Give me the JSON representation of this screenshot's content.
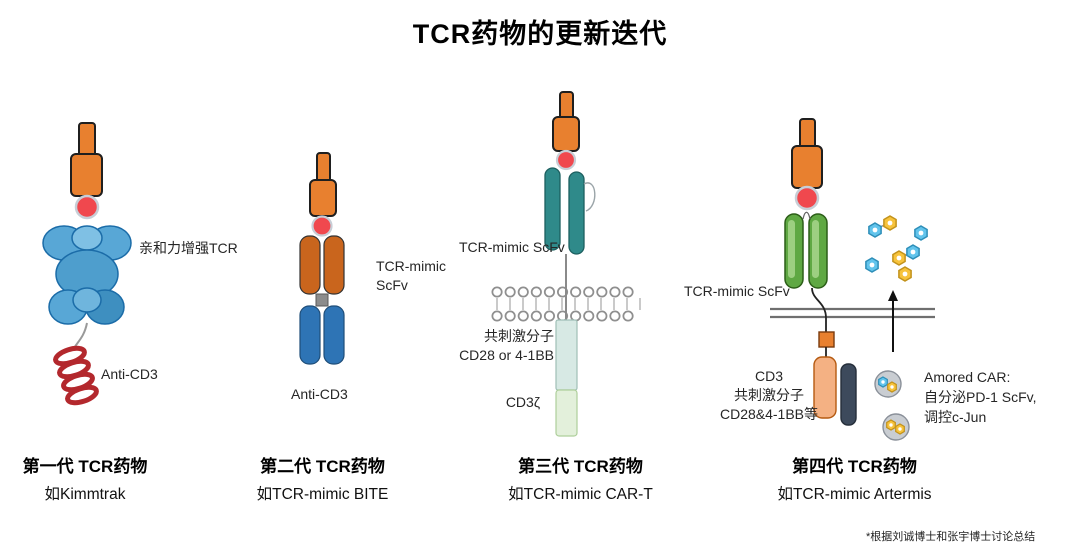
{
  "title": "TCR药物的更新迭代",
  "footnote": "*根据刘诚博士和张宇博士讨论总结",
  "panel1": {
    "affinity_label": "亲和力增强TCR",
    "anti_cd3": "Anti-CD3",
    "caption_title": "第一代 TCR药物",
    "caption_sub": "如Kimmtrak"
  },
  "panel2": {
    "scfv_line1": "TCR-mimic",
    "scfv_line2": "ScFv",
    "anti_cd3": "Anti-CD3",
    "caption_title": "第二代 TCR药物",
    "caption_sub": "如TCR-mimic BITE"
  },
  "panel3": {
    "scfv_label": "TCR-mimic ScFv",
    "costim_line1": "共刺激分子",
    "costim_line2": "CD28 or 4-1BB",
    "cd3zeta": "CD3ζ",
    "caption_title": "第三代 TCR药物",
    "caption_sub": "如TCR-mimic CAR-T"
  },
  "panel4": {
    "scfv_label": "TCR-mimic ScFv",
    "cd3": "CD3",
    "costim_line1": "共刺激分子",
    "costim_line2": "CD28&4-1BB等",
    "amored_line1": "Amored CAR:",
    "amored_line2": "自分泌PD-1 ScFv,",
    "amored_line3": "调控c-Jun",
    "caption_title": "第四代 TCR药物",
    "caption_sub": "如TCR-mimic Artermis"
  },
  "colors": {
    "antigen_orange": "#E8802F",
    "antigen_ball_red": "#F0484E",
    "antibody_blue": "#4E9ECD",
    "helix_red": "#B3282D",
    "scfv_orange": "#C9651D",
    "scfv_blue": "#2E74B5",
    "scfv_teal": "#2F8A8A",
    "scfv_green": "#5FA843",
    "hex_blue": "#62C4EC",
    "hex_yellow": "#F7C33C"
  }
}
